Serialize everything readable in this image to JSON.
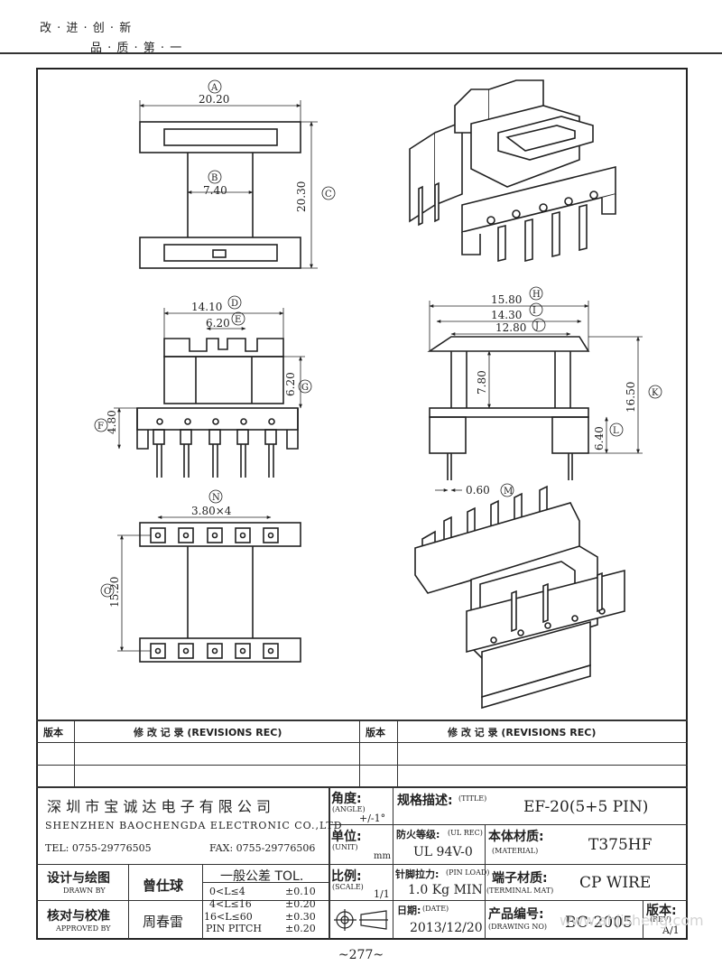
{
  "header": {
    "slogan_line1": "改 · 进 · 创 · 新",
    "slogan_line2": "品 · 质 · 第 · 一"
  },
  "drawing": {
    "dims": {
      "A": {
        "letter": "A",
        "value": "20.20"
      },
      "B": {
        "letter": "B",
        "value": "7.40"
      },
      "C": {
        "letter": "C",
        "value": "20.30"
      },
      "D": {
        "letter": "D",
        "value": "14.10"
      },
      "E": {
        "letter": "E",
        "value": "6.20"
      },
      "F": {
        "letter": "F",
        "value": "4.80"
      },
      "G": {
        "letter": "G",
        "value": "6.20"
      },
      "H": {
        "letter": "H",
        "value": "15.80"
      },
      "I": {
        "letter": "I",
        "value": "14.30"
      },
      "J": {
        "letter": "J",
        "value": "12.80"
      },
      "K": {
        "letter": "K",
        "value": "16.50"
      },
      "L": {
        "letter": "L",
        "value": "6.40"
      },
      "M": {
        "letter": "M",
        "value": "0.60"
      },
      "N": {
        "letter": "N",
        "value": "3.80×4"
      },
      "O": {
        "letter": "O",
        "value": "15.20"
      },
      "mid": {
        "value": "7.80"
      }
    }
  },
  "revisions": {
    "col1_label": "版本",
    "col1_title": "修 改 记 录  (REVISIONS REC)",
    "col2_label": "版本",
    "col2_title": "修 改 记 录  (REVISIONS REC)"
  },
  "company": {
    "name_cn": "深 圳 市 宝 诚 达 电 子 有 限 公 司",
    "name_en": "SHENZHEN BAOCHENGDA ELECTRONIC CO.,LTD",
    "tel": "TEL: 0755-29776505",
    "fax": "FAX: 0755-29776506"
  },
  "title_block": {
    "angle_label": "角度:",
    "angle_en": "(ANGLE)",
    "angle_value": "+/-1°",
    "title_label": "规格描述:",
    "title_en": "(TITLE)",
    "title_value": "EF-20(5+5 PIN)",
    "unit_label": "单位:",
    "unit_en": "(UNIT)",
    "unit_value": "mm",
    "ul_label": "防火等级:",
    "ul_en": "(UL REC)",
    "ul_value": "UL 94V-0",
    "material_label": "本体材质:",
    "material_en": "(MATERIAL)",
    "material_value": "T375HF",
    "drawn_label": "设计与绘图",
    "drawn_en": "DRAWN BY",
    "drawn_value": "曾仕球",
    "tol_title": "一般公差 TOL.",
    "tol_rows": [
      {
        "range": "0<L≤4",
        "value": "±0.10"
      },
      {
        "range": "4<L≤16",
        "value": "±0.20"
      },
      {
        "range": "16<L≤60",
        "value": "±0.30"
      },
      {
        "range": "PIN PITCH",
        "value": "±0.20"
      }
    ],
    "scale_label": "比例:",
    "scale_en": "(SCALE)",
    "scale_value": "1/1",
    "pinload_label": "针脚拉力:",
    "pinload_en": "(PIN LOAD)",
    "pinload_value": "1.0 Kg MIN",
    "terminal_label": "端子材质:",
    "terminal_en": "(TERMINAL MAT)",
    "terminal_value": "CP WIRE",
    "approved_label": "核对与校准",
    "approved_en": "APPROVED BY",
    "approved_value": "周春雷",
    "date_label": "日期:",
    "date_en": "(DATE)",
    "date_value": "2013/12/20",
    "drawing_no_label": "产品编号:",
    "drawing_no_en": "(DRAWING NO)",
    "drawing_no_value": "BC-2005",
    "rev_label": "版本:",
    "rev_en": "(REV)",
    "rev_value": "A/1"
  },
  "footer": {
    "page": "~277~",
    "watermark": "www.ahjisheng.com"
  }
}
